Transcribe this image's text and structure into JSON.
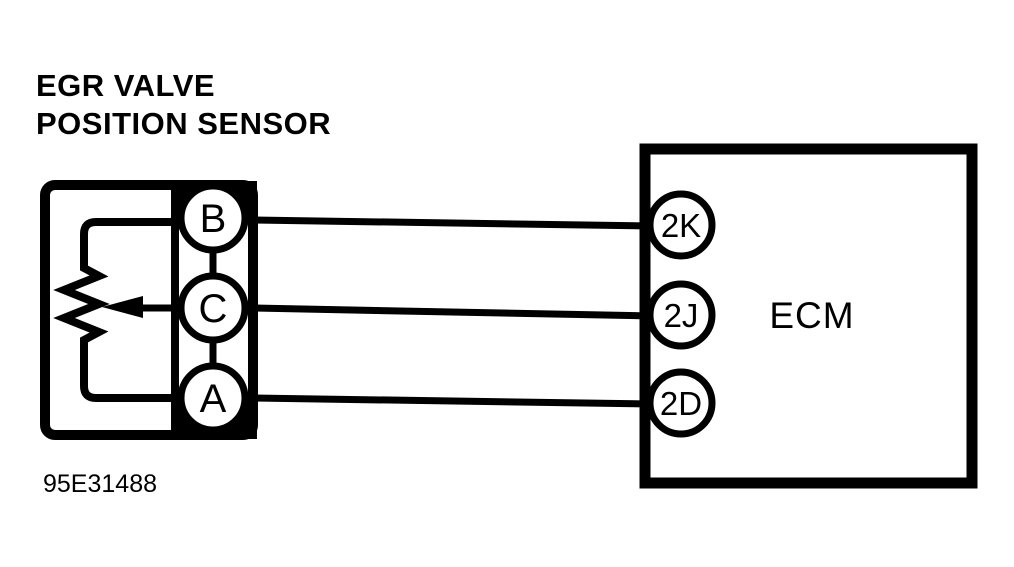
{
  "title": {
    "line1": "EGR VALVE",
    "line2": "POSITION SENSOR"
  },
  "figure_number": "95E31488",
  "sensor": {
    "symbol": "potentiometer",
    "pins": [
      {
        "label": "B"
      },
      {
        "label": "C"
      },
      {
        "label": "A"
      }
    ]
  },
  "ecm": {
    "label": "ECM",
    "pins": [
      {
        "label": "2K"
      },
      {
        "label": "2J"
      },
      {
        "label": "2D"
      }
    ]
  },
  "connections": [
    {
      "from": "B",
      "to": "2K"
    },
    {
      "from": "C",
      "to": "2J"
    },
    {
      "from": "A",
      "to": "2D"
    }
  ],
  "colors": {
    "line": "#000000",
    "background": "#ffffff"
  }
}
